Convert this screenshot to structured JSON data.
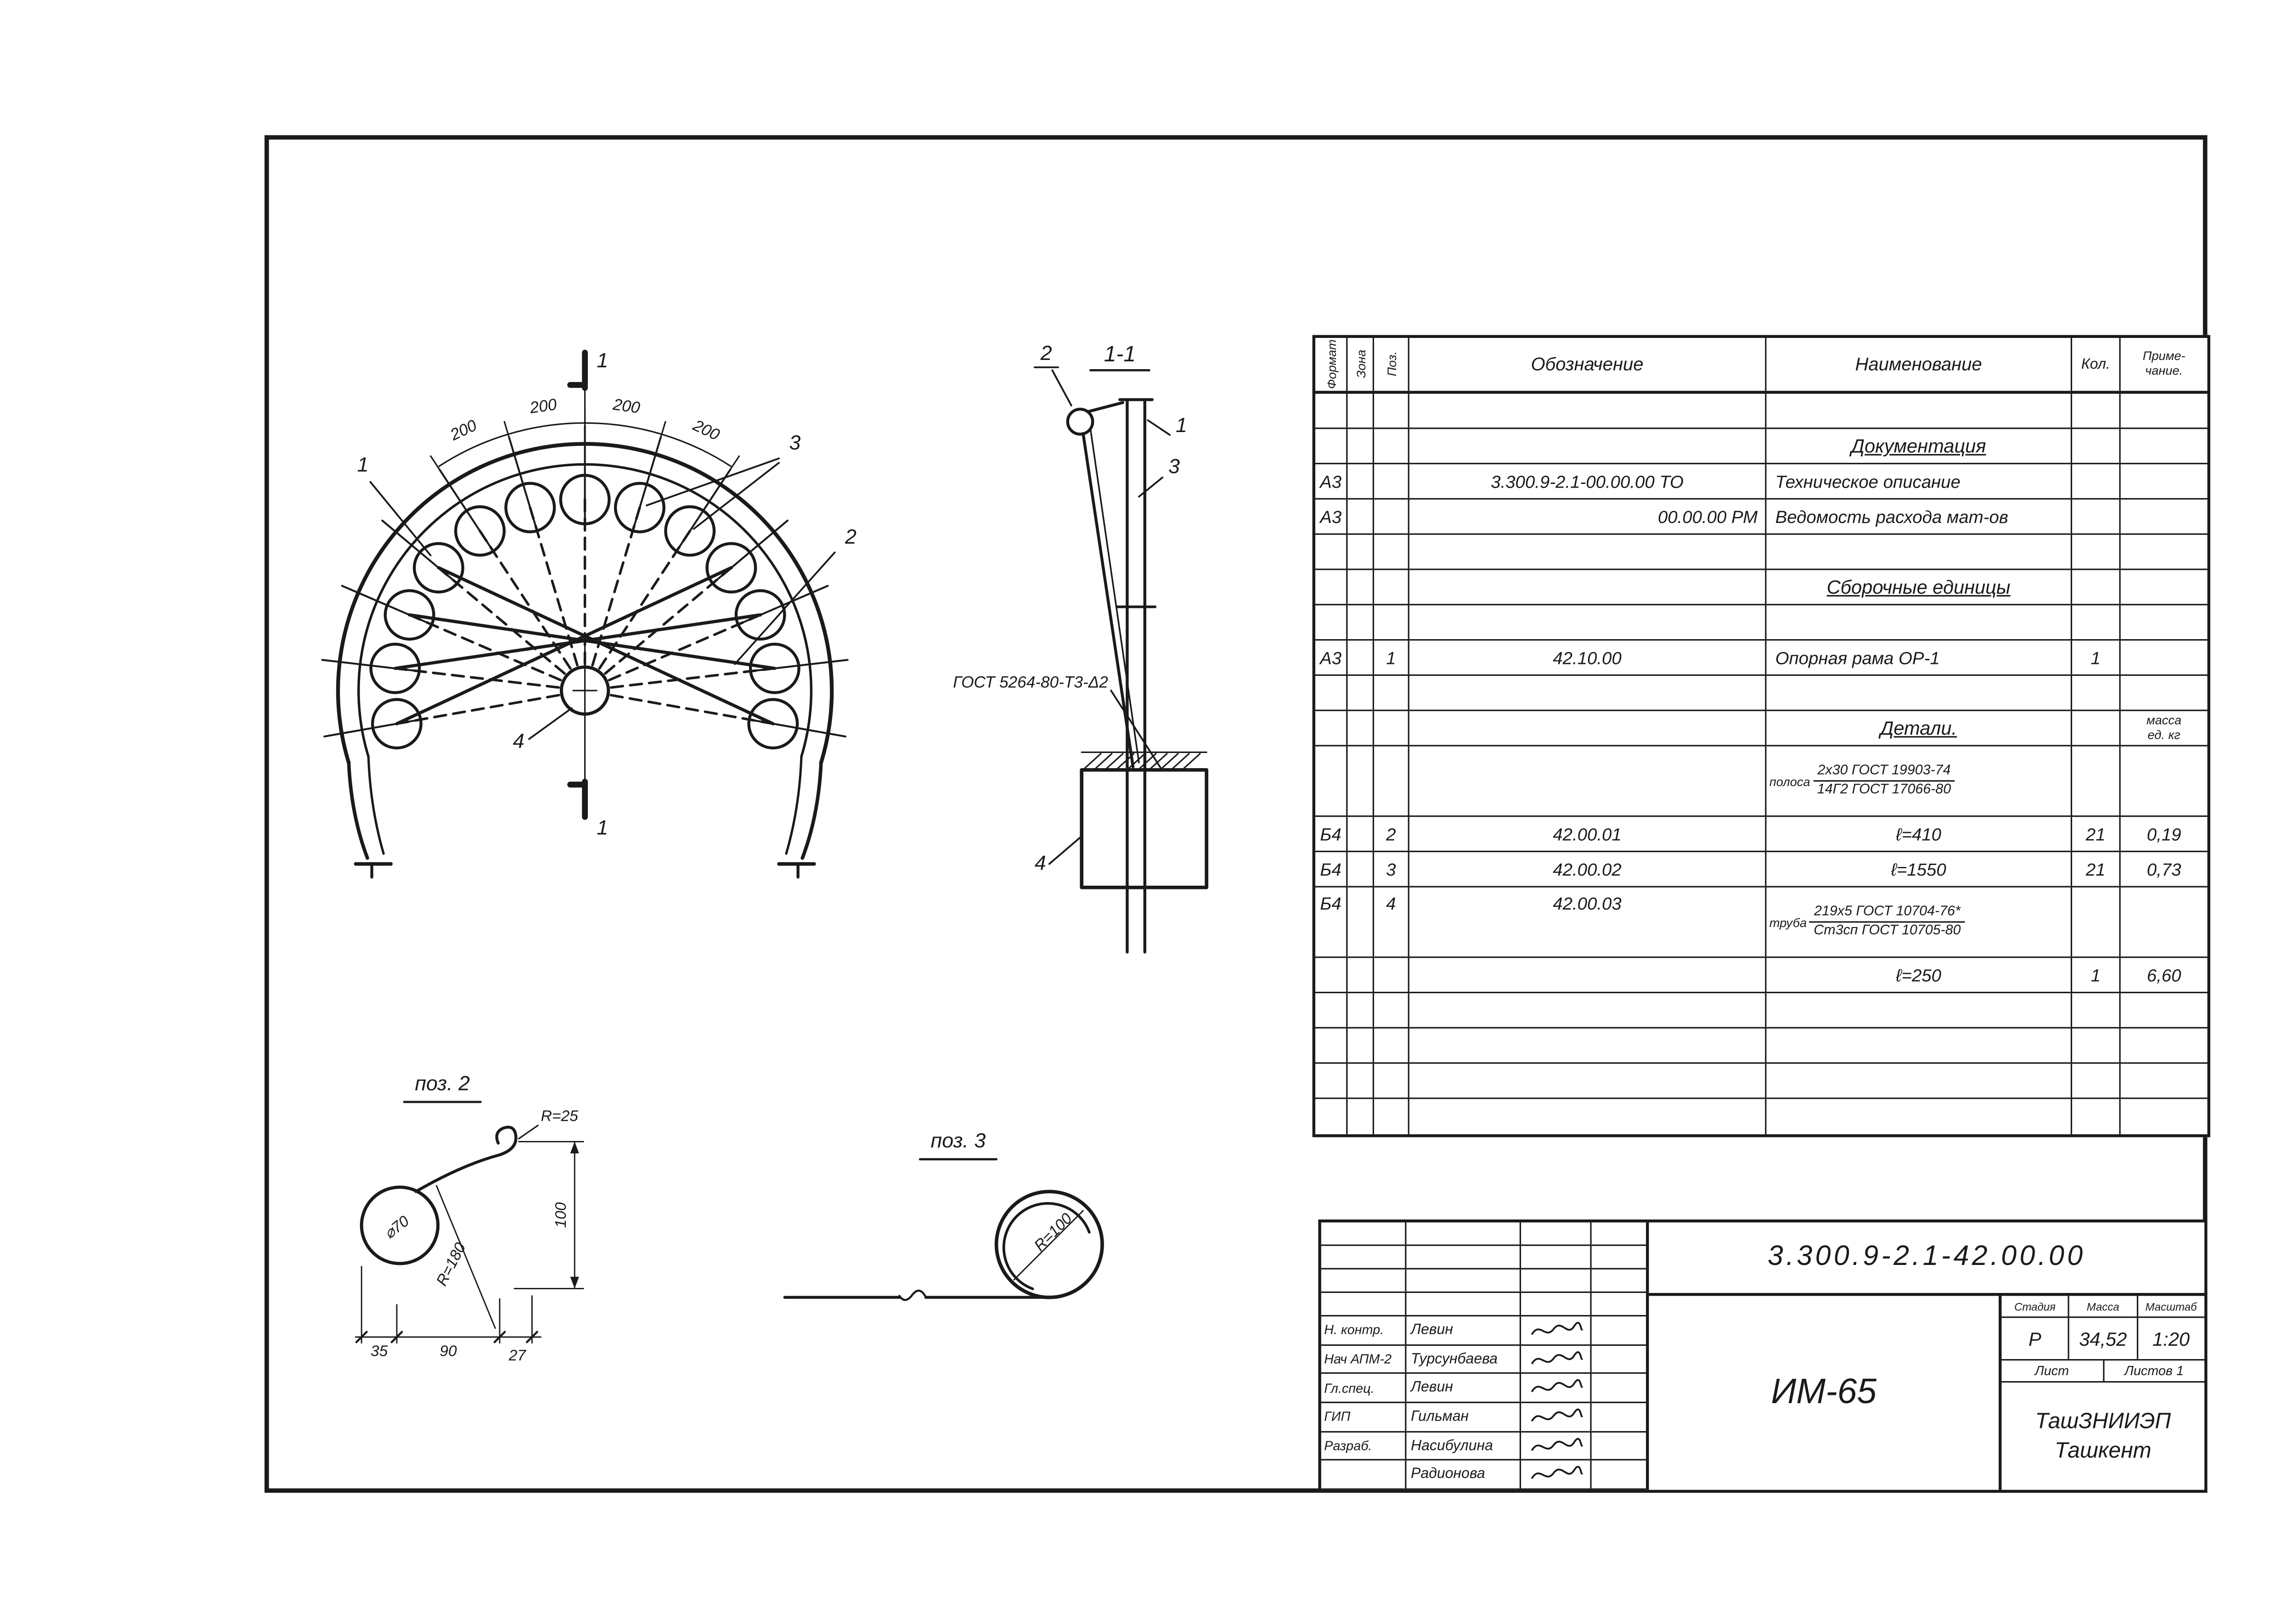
{
  "sheet": {
    "bg": "#ffffff",
    "ink": "#1a1a1a"
  },
  "spec_table": {
    "headers": {
      "format": "Формат",
      "zone": "Зона",
      "pos": "Поз.",
      "designation": "Обозначение",
      "name": "Наименование",
      "qty": "Кол.",
      "note1": "Приме-",
      "note2": "чание."
    },
    "rows": [
      {
        "t": "blank"
      },
      {
        "t": "sec",
        "name": "Документация"
      },
      {
        "t": "d",
        "format": "А3",
        "designation": "3.300.9-2.1-00.00.00 ТО",
        "name": "Техническое описание"
      },
      {
        "t": "d",
        "format": "А3",
        "designation": "00.00.00 РМ",
        "dalign": "right",
        "name": "Ведомость расхода мат-ов"
      },
      {
        "t": "blank"
      },
      {
        "t": "sec",
        "name": "Сборочные единицы"
      },
      {
        "t": "blank"
      },
      {
        "t": "d",
        "format": "А3",
        "pos": "1",
        "designation": "42.10.00",
        "name": "Опорная рама ОР-1",
        "qty": "1"
      },
      {
        "t": "blank"
      },
      {
        "t": "sec2",
        "name": "Детали.",
        "note_top": "масса",
        "note_bottom": "ед. кг"
      },
      {
        "t": "frac",
        "prefix": "полоса",
        "top": "2х30 ГОСТ 19903-74",
        "bottom": "14Г2  ГОСТ 17066-80"
      },
      {
        "t": "d",
        "format": "Б4",
        "pos": "2",
        "designation": "42.00.01",
        "name": "ℓ=410",
        "align": "center",
        "qty": "21",
        "note": "0,19"
      },
      {
        "t": "d",
        "format": "Б4",
        "pos": "3",
        "designation": "42.00.02",
        "name": "ℓ=1550",
        "align": "center",
        "qty": "21",
        "note": "0,73"
      },
      {
        "t": "fracd",
        "format": "Б4",
        "pos": "4",
        "designation": "42.00.03",
        "prefix": "труба",
        "top": "219х5 ГОСТ 10704-76*",
        "bottom": "Ст3сп ГОСТ 10705-80"
      },
      {
        "t": "d",
        "name": "ℓ=250",
        "align": "center",
        "qty": "1",
        "note": "6,60"
      },
      {
        "t": "blank"
      },
      {
        "t": "blank"
      },
      {
        "t": "blank"
      },
      {
        "t": "blank"
      }
    ]
  },
  "title_block": {
    "doc_number": "3.300.9-2.1-42.00.00",
    "project_code": "ИМ-65",
    "stage_label": "Стадия",
    "mass_label": "Масса",
    "scale_label": "Масштаб",
    "stage": "Р",
    "mass": "34,52",
    "scale": "1:20",
    "sheet_label": "Лист",
    "sheets_label": "Листов 1",
    "org_line1": "ТашЗНИИЭП",
    "org_line2": "Ташкент",
    "signatures": [
      {
        "role": "Н. контр.",
        "name": "Левин"
      },
      {
        "role": "Нач АПМ-2",
        "name": "Турсунбаева"
      },
      {
        "role": "Гл.спец.",
        "name": "Левин"
      },
      {
        "role": "ГИП",
        "name": "Гильман"
      },
      {
        "role": "Разраб.",
        "name": "Насибулина"
      },
      {
        "role": "",
        "name": "Радионова"
      }
    ]
  },
  "drawing": {
    "plan": {
      "dim_200": [
        "200",
        "200",
        "200",
        "200"
      ],
      "callout_1": "1",
      "callout_2": "2",
      "callout_3": "3",
      "callout_4": "4",
      "mark_top": "1",
      "mark_bottom": "1"
    },
    "section_view": {
      "title": "1-1",
      "callout_1": "1",
      "callout_2": "2",
      "callout_3": "3",
      "callout_4": "4",
      "weld_note": "ГОСТ 5264-80-Т3-Δ2"
    },
    "detail_2": {
      "title": "поз. 2",
      "radius_hook": "R=25",
      "radius_bend": "R=180",
      "diameter": "⌀70",
      "dim_height": "100",
      "dim_a": "35",
      "dim_b": "90",
      "dim_c": "27"
    },
    "detail_3": {
      "title": "поз. 3",
      "radius": "R=100"
    }
  }
}
